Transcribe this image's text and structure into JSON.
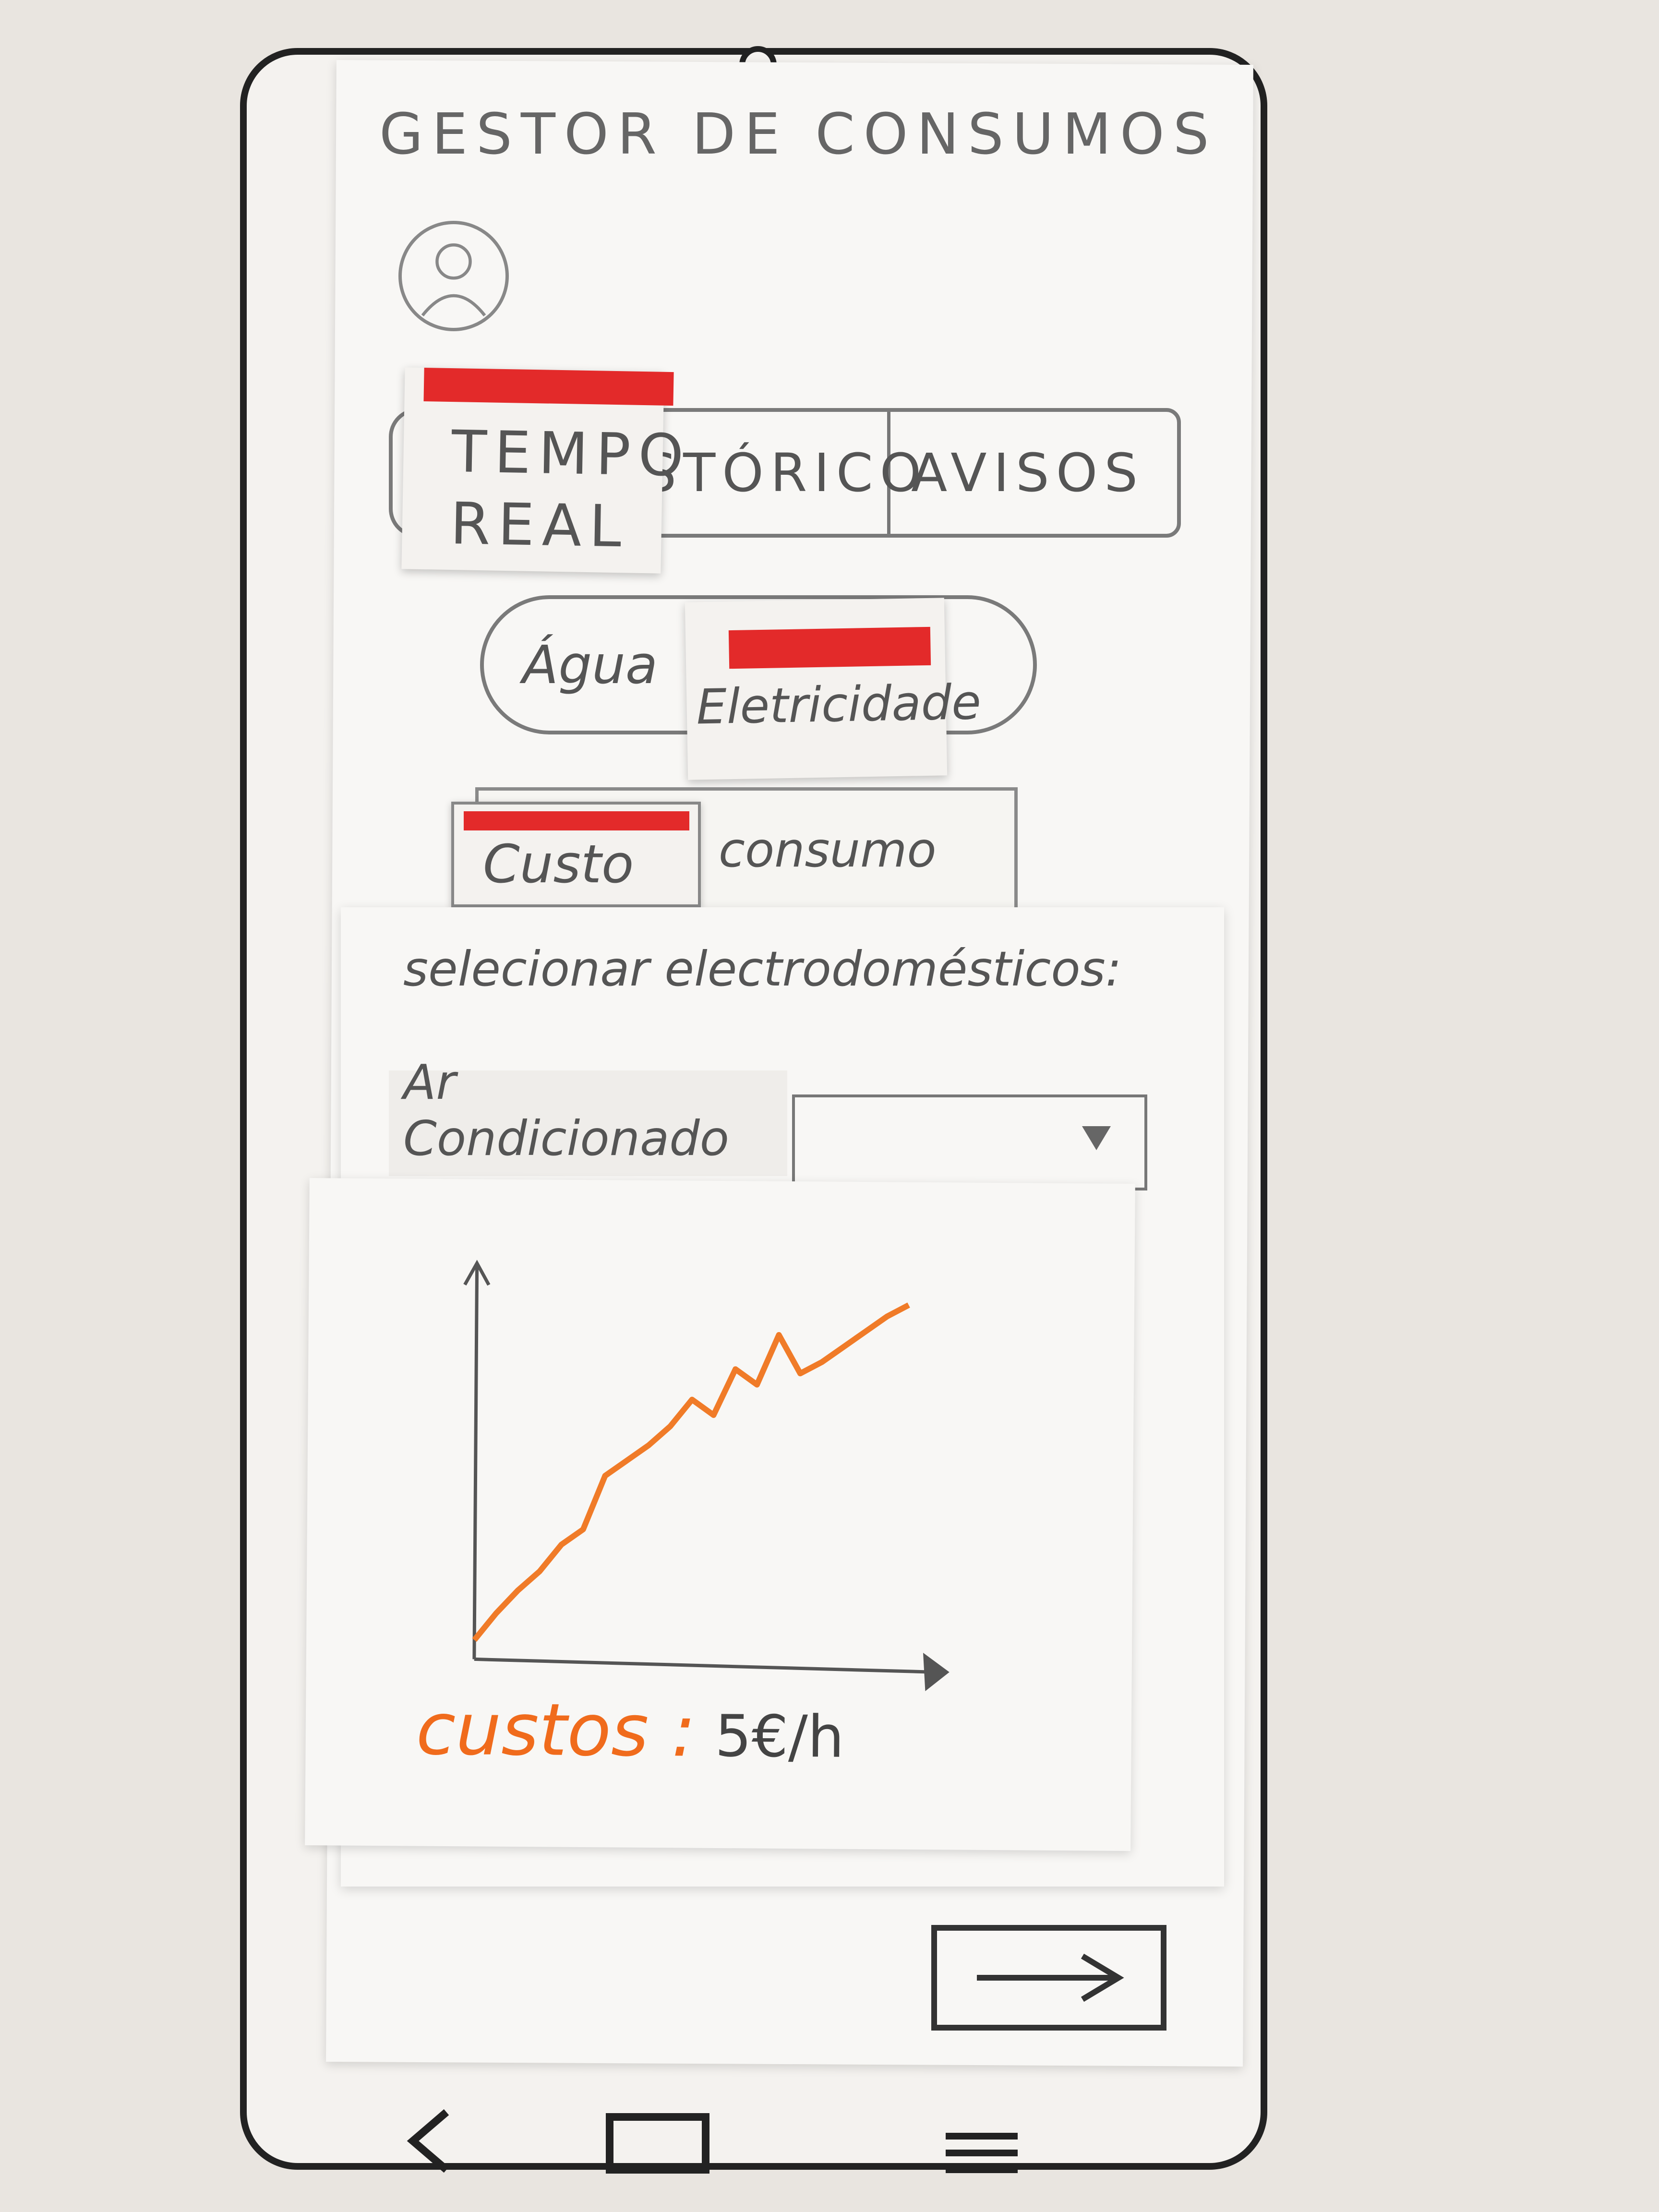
{
  "app": {
    "title": "GESTOR DE CONSUMOS"
  },
  "main_tabs": [
    {
      "label": "TEMPO\nREAL",
      "active": true
    },
    {
      "label": "ISTÓRICO",
      "active": false
    },
    {
      "label": "AVISOS",
      "active": false
    }
  ],
  "resource_toggle": {
    "options": [
      {
        "label": "Água",
        "active": false
      },
      {
        "label": "Eletricidade",
        "active": true
      }
    ]
  },
  "metric_toggle": {
    "options": [
      {
        "label": "Custo",
        "active": true
      },
      {
        "label": "consumo",
        "active": false
      }
    ]
  },
  "appliance_selector": {
    "label": "selecionar electrodomésticos:",
    "selected": "Ar Condicionado"
  },
  "chart_data": {
    "type": "line",
    "x": [
      0,
      1,
      2,
      3,
      4,
      5,
      6,
      7,
      8,
      9,
      10,
      11,
      12,
      13,
      14,
      15,
      16,
      17,
      18,
      19,
      20
    ],
    "series": [
      {
        "values": [
          0.5,
          1.2,
          1.8,
          2.3,
          3.0,
          3.4,
          4.8,
          5.2,
          5.6,
          6.1,
          6.8,
          6.4,
          7.6,
          7.2,
          8.5,
          7.5,
          7.8,
          8.2,
          8.6,
          9.0,
          9.3
        ]
      }
    ],
    "color": "#f07b28",
    "grid": false
  },
  "cost_readout": {
    "label": "custos :",
    "value": "5€/h"
  },
  "icons": {
    "avatar": "user-avatar-icon",
    "next": "arrow-right-icon",
    "nav": [
      "back-icon",
      "home-icon",
      "menu-icon"
    ]
  },
  "colors": {
    "active_marker": "#e32a2a",
    "chart_line": "#f07b28"
  }
}
